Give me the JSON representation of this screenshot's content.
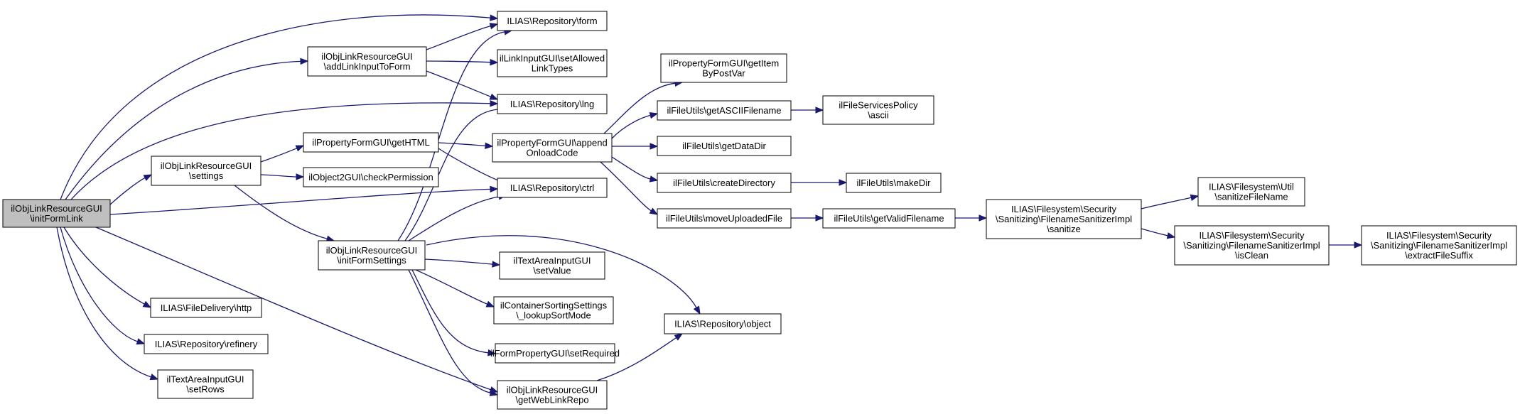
{
  "diagram": {
    "nodes": [
      {
        "id": "root",
        "lines": [
          "ilObjLinkResourceGUI",
          "\\initFormLink"
        ],
        "root": true
      },
      {
        "id": "form",
        "lines": [
          "ILIAS\\Repository\\form"
        ]
      },
      {
        "id": "addLink",
        "lines": [
          "ilObjLinkResourceGUI",
          "\\addLinkInputToForm"
        ]
      },
      {
        "id": "setAllowed",
        "lines": [
          "ilLinkInputGUI\\setAllowed",
          "LinkTypes"
        ]
      },
      {
        "id": "lng",
        "lines": [
          "ILIAS\\Repository\\lng"
        ]
      },
      {
        "id": "settings",
        "lines": [
          "ilObjLinkResourceGUI",
          "\\settings"
        ]
      },
      {
        "id": "getHTML",
        "lines": [
          "ilPropertyFormGUI\\getHTML"
        ]
      },
      {
        "id": "checkPerm",
        "lines": [
          "ilObject2GUI\\checkPermission"
        ]
      },
      {
        "id": "ctrl",
        "lines": [
          "ILIAS\\Repository\\ctrl"
        ]
      },
      {
        "id": "appendOnload",
        "lines": [
          "ilPropertyFormGUI\\append",
          "OnloadCode"
        ]
      },
      {
        "id": "getItem",
        "lines": [
          "ilPropertyFormGUI\\getItem",
          "ByPostVar"
        ]
      },
      {
        "id": "getASCII",
        "lines": [
          "ilFileUtils\\getASCIIFilename"
        ]
      },
      {
        "id": "ascii",
        "lines": [
          "ilFileServicesPolicy",
          "\\ascii"
        ]
      },
      {
        "id": "getDataDir",
        "lines": [
          "ilFileUtils\\getDataDir"
        ]
      },
      {
        "id": "createDir",
        "lines": [
          "ilFileUtils\\createDirectory"
        ]
      },
      {
        "id": "makeDir",
        "lines": [
          "ilFileUtils\\makeDir"
        ]
      },
      {
        "id": "moveUploaded",
        "lines": [
          "ilFileUtils\\moveUploadedFile"
        ]
      },
      {
        "id": "getValid",
        "lines": [
          "ilFileUtils\\getValidFilename"
        ]
      },
      {
        "id": "sanitize",
        "lines": [
          "ILIAS\\Filesystem\\Security",
          "\\Sanitizing\\FilenameSanitizerImpl",
          "\\sanitize"
        ]
      },
      {
        "id": "sanitizeFileName",
        "lines": [
          "ILIAS\\Filesystem\\Util",
          "\\sanitizeFileName"
        ]
      },
      {
        "id": "isClean",
        "lines": [
          "ILIAS\\Filesystem\\Security",
          "\\Sanitizing\\FilenameSanitizerImpl",
          "\\isClean"
        ]
      },
      {
        "id": "extractSuffix",
        "lines": [
          "ILIAS\\Filesystem\\Security",
          "\\Sanitizing\\FilenameSanitizerImpl",
          "\\extractFileSuffix"
        ]
      },
      {
        "id": "initFormSettings",
        "lines": [
          "ilObjLinkResourceGUI",
          "\\initFormSettings"
        ]
      },
      {
        "id": "setValue",
        "lines": [
          "ilTextAreaInputGUI",
          "\\setValue"
        ]
      },
      {
        "id": "lookupSort",
        "lines": [
          "ilContainerSortingSettings",
          "\\_lookupSortMode"
        ]
      },
      {
        "id": "object",
        "lines": [
          "ILIAS\\Repository\\object"
        ]
      },
      {
        "id": "setRequired",
        "lines": [
          "ilFormPropertyGUI\\setRequired"
        ]
      },
      {
        "id": "getWebLink",
        "lines": [
          "ilObjLinkResourceGUI",
          "\\getWebLinkRepo"
        ]
      },
      {
        "id": "http",
        "lines": [
          "ILIAS\\FileDelivery\\http"
        ]
      },
      {
        "id": "refinery",
        "lines": [
          "ILIAS\\Repository\\refinery"
        ]
      },
      {
        "id": "setRows",
        "lines": [
          "ilTextAreaInputGUI",
          "\\setRows"
        ]
      }
    ],
    "edges": [
      [
        "root",
        "form"
      ],
      [
        "root",
        "addLink"
      ],
      [
        "root",
        "lng"
      ],
      [
        "root",
        "settings"
      ],
      [
        "root",
        "ctrl"
      ],
      [
        "root",
        "getWebLink"
      ],
      [
        "root",
        "http"
      ],
      [
        "root",
        "refinery"
      ],
      [
        "root",
        "setRows"
      ],
      [
        "addLink",
        "form"
      ],
      [
        "addLink",
        "setAllowed"
      ],
      [
        "addLink",
        "lng"
      ],
      [
        "settings",
        "getHTML"
      ],
      [
        "settings",
        "checkPerm"
      ],
      [
        "settings",
        "initFormSettings"
      ],
      [
        "getHTML",
        "appendOnload"
      ],
      [
        "getHTML",
        "ctrl"
      ],
      [
        "appendOnload",
        "getItem"
      ],
      [
        "appendOnload",
        "getASCII"
      ],
      [
        "appendOnload",
        "getDataDir"
      ],
      [
        "appendOnload",
        "createDir"
      ],
      [
        "appendOnload",
        "moveUploaded"
      ],
      [
        "getASCII",
        "ascii"
      ],
      [
        "createDir",
        "makeDir"
      ],
      [
        "moveUploaded",
        "getValid"
      ],
      [
        "getValid",
        "sanitize"
      ],
      [
        "sanitize",
        "sanitizeFileName"
      ],
      [
        "sanitize",
        "isClean"
      ],
      [
        "isClean",
        "extractSuffix"
      ],
      [
        "initFormSettings",
        "form"
      ],
      [
        "initFormSettings",
        "lng"
      ],
      [
        "initFormSettings",
        "ctrl"
      ],
      [
        "initFormSettings",
        "setValue"
      ],
      [
        "initFormSettings",
        "lookupSort"
      ],
      [
        "initFormSettings",
        "object"
      ],
      [
        "initFormSettings",
        "setRequired"
      ],
      [
        "initFormSettings",
        "getWebLink"
      ],
      [
        "getWebLink",
        "object"
      ]
    ]
  }
}
